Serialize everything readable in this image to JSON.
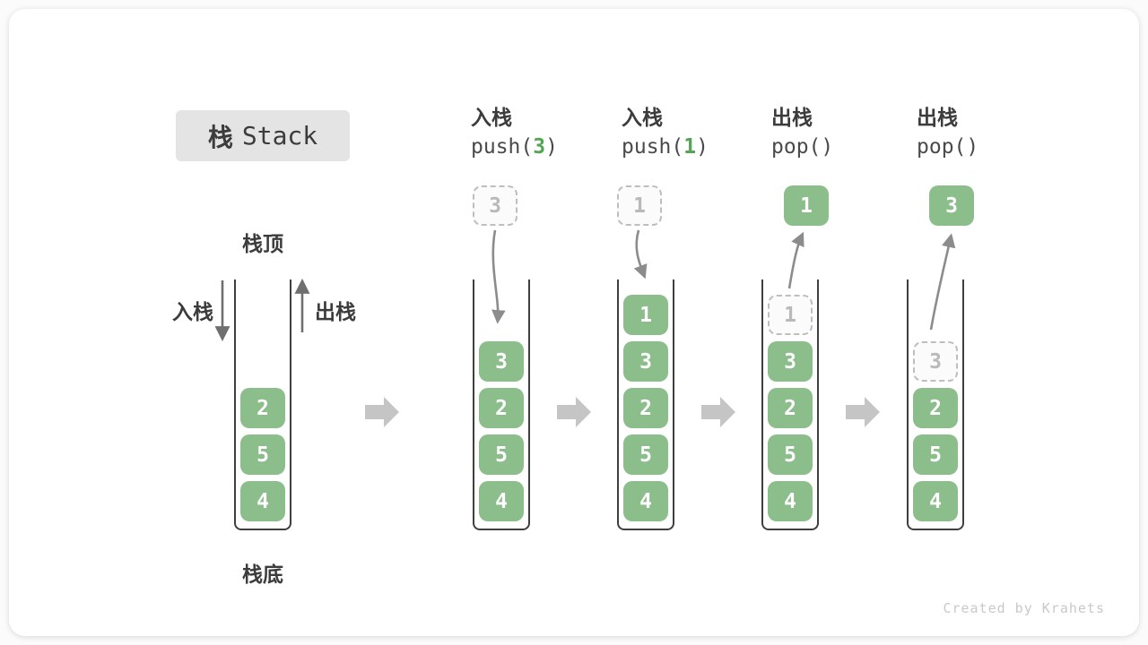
{
  "title": {
    "zh": "栈",
    "en": "Stack"
  },
  "side_labels": {
    "stack_top": "栈顶",
    "stack_bottom": "栈底",
    "push_in": "入栈",
    "pop_out": "出栈"
  },
  "operations": [
    {
      "action": "入栈",
      "code_open": "push(",
      "arg": "3",
      "code_close": ")"
    },
    {
      "action": "入栈",
      "code_open": "push(",
      "arg": "1",
      "code_close": ")"
    },
    {
      "action": "出栈",
      "code_open": "pop(",
      "arg": "",
      "code_close": ")"
    },
    {
      "action": "出栈",
      "code_open": "pop(",
      "arg": "",
      "code_close": ")"
    }
  ],
  "stacks": [
    {
      "blocks": [
        {
          "v": "2"
        },
        {
          "v": "5"
        },
        {
          "v": "4"
        }
      ]
    },
    {
      "float": {
        "v": "3",
        "style": "dashed"
      },
      "arrow": "push",
      "blocks": [
        {
          "v": "3"
        },
        {
          "v": "2"
        },
        {
          "v": "5"
        },
        {
          "v": "4"
        }
      ]
    },
    {
      "float": {
        "v": "1",
        "style": "dashed"
      },
      "arrow": "push",
      "blocks": [
        {
          "v": "1"
        },
        {
          "v": "3"
        },
        {
          "v": "2"
        },
        {
          "v": "5"
        },
        {
          "v": "4"
        }
      ]
    },
    {
      "float": {
        "v": "1",
        "style": "solid"
      },
      "arrow": "pop",
      "blocks": [
        {
          "v": "1",
          "ghost": true
        },
        {
          "v": "3"
        },
        {
          "v": "2"
        },
        {
          "v": "5"
        },
        {
          "v": "4"
        }
      ]
    },
    {
      "float": {
        "v": "3",
        "style": "solid"
      },
      "arrow": "pop",
      "blocks": [
        {
          "v": "3",
          "ghost": true
        },
        {
          "v": "2"
        },
        {
          "v": "5"
        },
        {
          "v": "4"
        }
      ]
    }
  ],
  "footer": {
    "credit": "Created by Krahets"
  },
  "colors": {
    "block_green": "#8CBE8C",
    "code_green": "#55A455",
    "curve_arrow_gray": "#8C8C8C",
    "side_arrow_gray": "#6F6F6F",
    "big_arrow_gray": "#C5C5C5",
    "ghost_border": "#BEBEBE",
    "ghost_text": "#B9B9B9",
    "title_bg": "#E4E4E4",
    "text_dark": "#3C3C3C"
  }
}
